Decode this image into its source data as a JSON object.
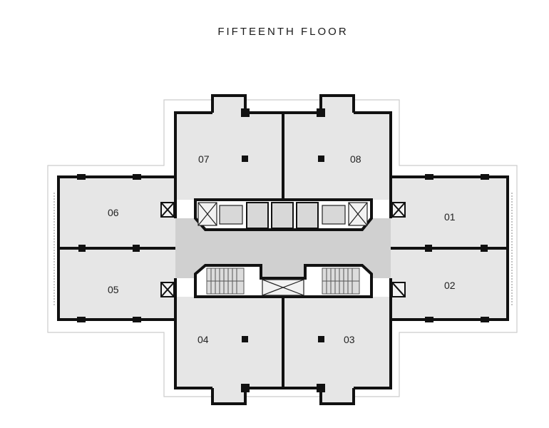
{
  "plan": {
    "title": "FIFTEENTH FLOOR",
    "units": [
      "01",
      "02",
      "03",
      "04",
      "05",
      "06",
      "07",
      "08"
    ]
  },
  "colors": {
    "unit_fill": "#e6e6e6",
    "corridor_fill": "#cfcfcf",
    "wall": "#111111",
    "terrace_outline": "#cccccc"
  }
}
